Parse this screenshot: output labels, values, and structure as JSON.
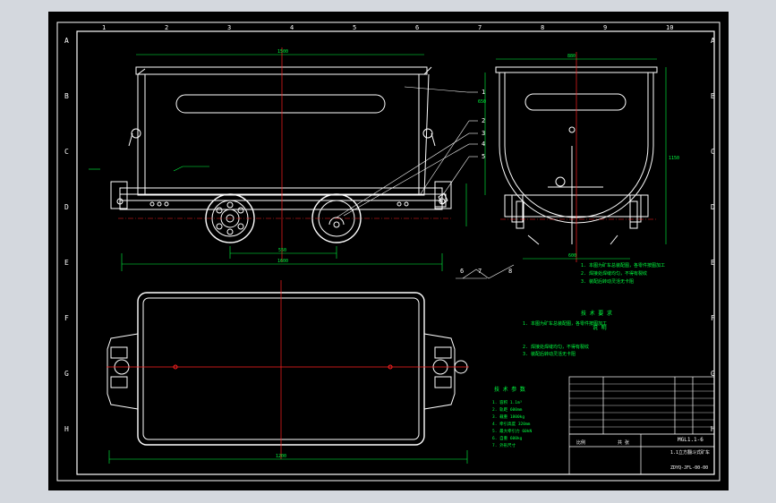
{
  "drawing": {
    "zone_letters": [
      "A",
      "B",
      "C",
      "D",
      "E",
      "F",
      "G",
      "H"
    ],
    "zone_numbers": [
      "1",
      "2",
      "3",
      "4",
      "5",
      "6",
      "7",
      "8",
      "9",
      "10"
    ],
    "part_callouts": [
      "1",
      "2",
      "3",
      "4",
      "5",
      "6",
      "7",
      "8"
    ],
    "dims": {
      "overall_length": "1600",
      "wheelbase": "550",
      "track_outer": "1200",
      "body_height_side": "650",
      "end_width": "880",
      "end_height": "1150",
      "base_width": "600",
      "plan_length": "1500"
    },
    "notes_title": "技 术 要 求",
    "notes_title2": "说 明",
    "req_title": "技 术 参 数",
    "notes_lines": [
      "1. 本图为矿车总装配图，各零件按图加工",
      "2. 焊接处焊缝均匀，不得有裂纹",
      "3. 装配后转动灵活无卡阻"
    ],
    "params_lines": [
      "1. 容积 1.1m³",
      "2. 轨距 600mm",
      "3. 载重 1800kg",
      "4. 牵引高度 320mm",
      "5. 最大牵引力 60kN",
      "6. 自重 600kg",
      "7. 外形尺寸"
    ],
    "title_block": {
      "title": "MGL1.1-6",
      "subtitle": "1.1立方翻斗式矿车",
      "drawing_no": "ZDYQ-JFL-00-00",
      "scale_label": "比例",
      "sheet_label": "共 张"
    }
  },
  "colors": {
    "background": "#000000",
    "frame": "#ffffff",
    "centerline": "#ff2020",
    "dimension": "#00ff40",
    "callout": "#ffffff",
    "window": "#d4d8de"
  }
}
